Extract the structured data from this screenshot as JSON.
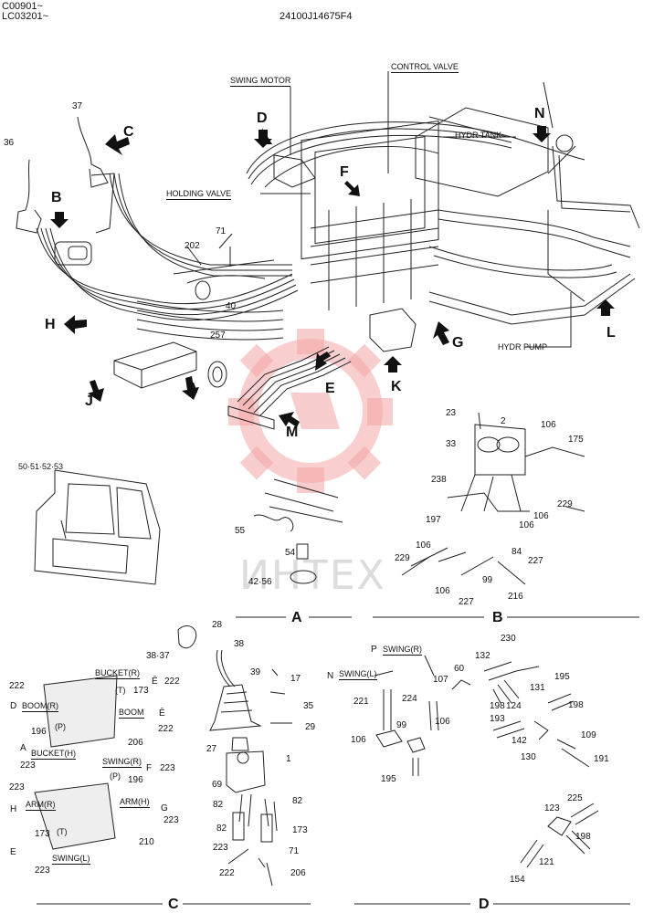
{
  "header": {
    "serial_1": "C00901~",
    "serial_2": "LC03201~",
    "drawing_no": "24100J14675F4"
  },
  "watermark": "ИНТЕХ",
  "main_labels": {
    "swing_motor": "SWING MOTOR",
    "control_valve": "CONTROL VALVE",
    "hydr_tank": "HYDR TANK",
    "holding_valve": "HOLDING VALVE",
    "hydr_pump": "HYDR PUMP"
  },
  "view_letters": {
    "A": "A",
    "B": "B",
    "C": "C",
    "D": "D",
    "E": "E",
    "F": "F",
    "G": "G",
    "H": "H",
    "J": "J",
    "K": "K",
    "L": "L",
    "M": "M",
    "N": "N"
  },
  "main_parts": {
    "p36": "36",
    "p37": "37",
    "p71": "71",
    "p202": "202",
    "p40": "40",
    "p257": "257"
  },
  "section_titles": {
    "a": "A",
    "b": "B",
    "c": "C",
    "d": "D"
  },
  "cab": {
    "label": "50·51·52·53"
  },
  "view_a": {
    "p55": "55",
    "p54": "54",
    "p42_56": "42·56"
  },
  "view_b": {
    "p23": "23",
    "p2": "2",
    "p106a": "106",
    "p175": "175",
    "p33": "33",
    "p238": "238",
    "p229a": "229",
    "p197": "197",
    "p106b": "106",
    "p106c": "106",
    "p84": "84",
    "p227a": "227",
    "p229b": "229",
    "p106d": "106",
    "p99": "99",
    "p227b": "227",
    "p216": "216",
    "p106e": "106"
  },
  "view_c": {
    "p28": "28",
    "p38_37": "38·37",
    "p38": "38",
    "p39": "39",
    "p17": "17",
    "p35": "35",
    "p29": "29",
    "p27": "27",
    "p1": "1",
    "p69": "69",
    "p82a": "82",
    "p82b": "82",
    "p82c": "82",
    "p173": "173",
    "p223": "223",
    "p71": "71",
    "p222": "222",
    "p206": "206",
    "pat_222a": "222",
    "pat_bucket_r": "BUCKET(R)",
    "pat_T1": "(T)",
    "pat_173": "173",
    "pat_E1": "Ē",
    "pat_222b": "222",
    "pat_D": "D",
    "pat_boom_r": "BOOM(R)",
    "pat_boom": "BOOM",
    "pat_E2": "Ē",
    "pat_196": "196",
    "pat_P": "(P)",
    "pat_206": "206",
    "pat_222c": "222",
    "pat_A": "A",
    "pat_bucket_h": "BUCKET(H)",
    "pat_223a": "223",
    "pat_swing_r": "SWING(R)",
    "pat_F": "F",
    "pat_223b": "223",
    "pat_P2": "(P)",
    "pat_196b": "196",
    "pat_223c": "223",
    "pat_H": "H",
    "pat_arm_r": "ARM(R)",
    "pat_arm_h": "ARM(H)",
    "pat_G": "G",
    "pat_223d": "223",
    "pat_T2": "(T)",
    "pat_210": "210",
    "pat_E3": "E",
    "pat_swing_l": "SWING(L)",
    "pat_223e": "223"
  },
  "view_d": {
    "swing_r": "SWING(R)",
    "swing_l": "SWING(L)",
    "P": "P",
    "N": "N",
    "p230": "230",
    "p132": "132",
    "p60": "60",
    "p107": "107",
    "p221": "221",
    "p224": "224",
    "p195a": "195",
    "p131": "131",
    "p124": "124",
    "p198a": "198",
    "p193": "193",
    "p198b": "198",
    "p142": "142",
    "p109": "109",
    "p99": "99",
    "p106a": "106",
    "p106b": "106",
    "p130": "130",
    "p191": "191",
    "p195b": "195",
    "p225": "225",
    "p123": "123",
    "p198c": "198",
    "p121": "121",
    "p154": "154"
  }
}
